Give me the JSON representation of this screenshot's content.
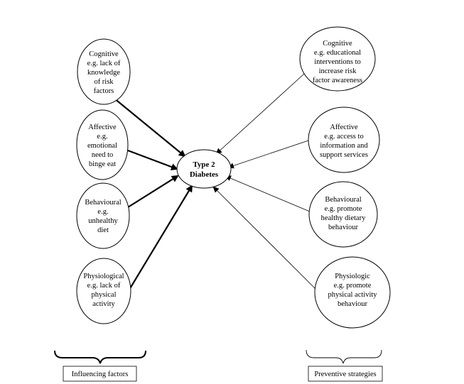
{
  "center": {
    "lines": [
      "Type 2",
      "Diabetes"
    ]
  },
  "influencing_factors": [
    {
      "lines": [
        "Cognitive",
        "e.g. lack of",
        "knowledge",
        "of risk",
        "factors"
      ]
    },
    {
      "lines": [
        "Affective",
        "e.g.",
        "emotional",
        "need to",
        "binge eat"
      ]
    },
    {
      "lines": [
        "Behavioural",
        "e.g.",
        "unhealthy",
        "diet"
      ]
    },
    {
      "lines": [
        "Physiological",
        "e.g. lack of",
        "physical",
        "activity"
      ]
    }
  ],
  "preventive_strategies": [
    {
      "lines": [
        "Cognitive",
        "e.g. educational",
        "interventions to",
        "increase risk",
        "factor awareness"
      ]
    },
    {
      "lines": [
        "Affective",
        "e.g. access to",
        "information and",
        "support services"
      ]
    },
    {
      "lines": [
        "Behavioural",
        "e.g. promote",
        "healthy dietary",
        "behaviour"
      ]
    },
    {
      "lines": [
        "Physiologic",
        "e.g. promote",
        "physical activity",
        "behaviour"
      ]
    }
  ],
  "labels": {
    "left": "Influencing factors",
    "right": "Preventive strategies"
  }
}
